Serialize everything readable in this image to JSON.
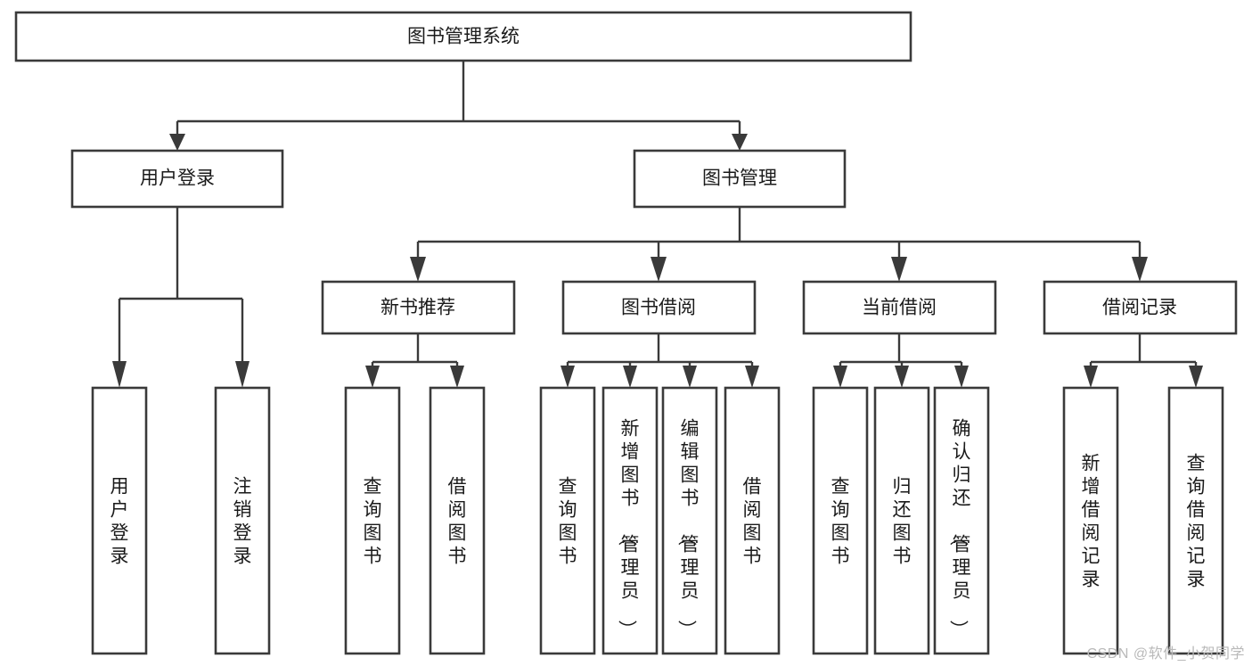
{
  "diagram": {
    "type": "tree-hierarchy",
    "title": "图书管理系统",
    "watermark": "CSDN @软件_小贺同学",
    "colors": {
      "background": "#ffffff",
      "stroke": "#3a3a3a",
      "text": "#1a1a1a",
      "watermark": "#b9b9b9"
    },
    "nodes": {
      "root": {
        "label": "图书管理系统",
        "orientation": "horizontal"
      },
      "level2": [
        {
          "label": "用户登录",
          "orientation": "horizontal"
        },
        {
          "label": "图书管理",
          "orientation": "horizontal"
        }
      ],
      "level3": [
        {
          "label": "新书推荐",
          "orientation": "horizontal"
        },
        {
          "label": "图书借阅",
          "orientation": "horizontal"
        },
        {
          "label": "当前借阅",
          "orientation": "horizontal"
        },
        {
          "label": "借阅记录",
          "orientation": "horizontal"
        }
      ],
      "leaves": {
        "user_login": [
          {
            "label": "用户登录",
            "orientation": "vertical"
          },
          {
            "label": "注销登录",
            "orientation": "vertical"
          }
        ],
        "new_book_recommend": [
          {
            "label": "查询图书",
            "orientation": "vertical"
          },
          {
            "label": "借阅图书",
            "orientation": "vertical"
          }
        ],
        "book_borrow": [
          {
            "label": "查询图书",
            "orientation": "vertical"
          },
          {
            "label": "新增图书（管理员）",
            "orientation": "vertical"
          },
          {
            "label": "编辑图书（管理员）",
            "orientation": "vertical"
          },
          {
            "label": "借阅图书",
            "orientation": "vertical"
          }
        ],
        "current_borrow": [
          {
            "label": "查询图书",
            "orientation": "vertical"
          },
          {
            "label": "归还图书",
            "orientation": "vertical"
          },
          {
            "label": "确认归还（管理员）",
            "orientation": "vertical"
          }
        ],
        "borrow_record": [
          {
            "label": "新增借阅记录",
            "orientation": "vertical"
          },
          {
            "label": "查询借阅记录",
            "orientation": "vertical"
          }
        ]
      }
    },
    "edges": [
      {
        "from": "图书管理系统",
        "to": "用户登录"
      },
      {
        "from": "图书管理系统",
        "to": "图书管理"
      },
      {
        "from": "用户登录",
        "to": "用户登录(叶)"
      },
      {
        "from": "用户登录",
        "to": "注销登录"
      },
      {
        "from": "图书管理",
        "to": "新书推荐"
      },
      {
        "from": "图书管理",
        "to": "图书借阅"
      },
      {
        "from": "图书管理",
        "to": "当前借阅"
      },
      {
        "from": "图书管理",
        "to": "借阅记录"
      },
      {
        "from": "新书推荐",
        "to": "查询图书"
      },
      {
        "from": "新书推荐",
        "to": "借阅图书"
      },
      {
        "from": "图书借阅",
        "to": "查询图书"
      },
      {
        "from": "图书借阅",
        "to": "新增图书（管理员）"
      },
      {
        "from": "图书借阅",
        "to": "编辑图书（管理员）"
      },
      {
        "from": "图书借阅",
        "to": "借阅图书"
      },
      {
        "from": "当前借阅",
        "to": "查询图书"
      },
      {
        "from": "当前借阅",
        "to": "归还图书"
      },
      {
        "from": "当前借阅",
        "to": "确认归还（管理员）"
      },
      {
        "from": "借阅记录",
        "to": "新增借阅记录"
      },
      {
        "from": "借阅记录",
        "to": "查询借阅记录"
      }
    ]
  }
}
